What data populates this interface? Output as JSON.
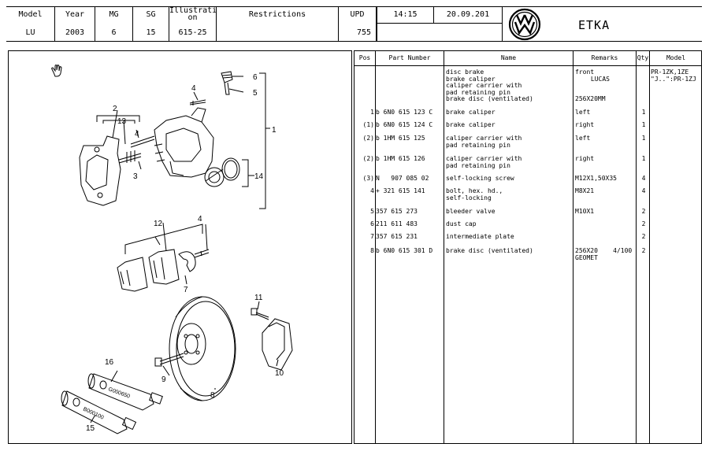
{
  "header": {
    "model": {
      "label": "Model",
      "value": "LU"
    },
    "year": {
      "label": "Year",
      "value": "2003"
    },
    "mg": {
      "label": "MG",
      "value": "6"
    },
    "sg": {
      "label": "SG",
      "value": "15"
    },
    "illustration": {
      "label_line1": "Illustrati",
      "label_line2": "on",
      "value": "615-25"
    },
    "restrictions": {
      "label": "Restrictions",
      "value": ""
    },
    "upd": {
      "label": "UPD",
      "value": "755"
    },
    "time": "14:15",
    "date": "20.09.201",
    "brand": "ETKA"
  },
  "table": {
    "headers": [
      "Pos",
      "Part Number",
      "Name",
      "Remarks",
      "Qty",
      "Model"
    ],
    "intro": {
      "name_lines": [
        "disc brake",
        "brake caliper",
        "caliper carrier with",
        "pad retaining pin",
        "brake disc (ventilated)"
      ],
      "remark_front": "front",
      "remark_lucas": "LUCAS",
      "remark_size": "256X20MM",
      "model_line1": "PR-1ZK,1ZE",
      "model_line2": "\"J..\":PR-1ZJ"
    },
    "rows": [
      {
        "pos": "1",
        "part": "b 6N0 615 123 C",
        "name": "brake caliper",
        "remarks": "left",
        "qty": "1"
      },
      {
        "pos": "(1)",
        "part": "b 6N0 615 124 C",
        "name": "brake caliper",
        "remarks": "right",
        "qty": "1"
      },
      {
        "pos": "(2)",
        "part": "b 1HM 615 125",
        "name": "caliper carrier with\npad retaining pin",
        "remarks": "left",
        "qty": "1"
      },
      {
        "pos": "(2)",
        "part": "b 1HM 615 126",
        "name": "caliper carrier with\npad retaining pin",
        "remarks": "right",
        "qty": "1"
      },
      {
        "pos": "(3)",
        "part": "N   907 085 02",
        "name": "self-locking screw",
        "remarks": "M12X1,50X35",
        "qty": "4"
      },
      {
        "pos": "4",
        "part": "+ 321 615 141",
        "name": "bolt, hex. hd.,\nself-locking",
        "remarks": "M8X21",
        "qty": "4"
      },
      {
        "pos": "5",
        "part": "357 615 273",
        "name": "bleeder valve",
        "remarks": "M10X1",
        "qty": "2"
      },
      {
        "pos": "6",
        "part": "211 611 483",
        "name": "dust cap",
        "remarks": "",
        "qty": "2"
      },
      {
        "pos": "7",
        "part": "357 615 231",
        "name": "intermediate plate",
        "remarks": "",
        "qty": "2"
      },
      {
        "pos": "8",
        "part": "b 6N0 615 301 D",
        "name": "brake disc (ventilated)",
        "remarks": "256X20    4/100\nGEOMET",
        "qty": "2"
      }
    ]
  },
  "diagram": {
    "callouts": [
      "1",
      "2",
      "3",
      "4",
      "5",
      "6",
      "7",
      "8",
      "9",
      "10",
      "11",
      "12",
      "13",
      "14",
      "15",
      "16",
      "4",
      "4"
    ],
    "tube_texts": [
      "G000650",
      "B000100"
    ],
    "cursor_icon": "hand-cursor-icon"
  }
}
